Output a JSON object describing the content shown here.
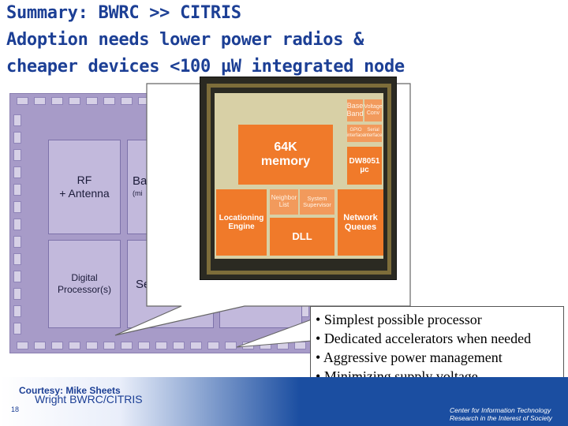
{
  "title": {
    "line1": "Summary: BWRC >> CITRIS",
    "line2": "Adoption needs lower power radios &",
    "line3": "cheaper devices <100 µW integrated node"
  },
  "chip_blocks": {
    "rf": "RF\n+ Antenna",
    "baseband": "Ba",
    "baseband_sub": "(mi",
    "digital": "Digital\nProcessor(s)",
    "se": "Se"
  },
  "die": {
    "memory": "64K\nmemory",
    "base_band": "Base\nBand",
    "voltage_conv": "Voltage\nConv",
    "gpio": "GPIO\ninterface",
    "serial": "Serial\ninterface",
    "dw8051": "DW8051\nµc",
    "neighbor_list": "Neighbor\nList",
    "system_supervisor": "System\nSupervisor",
    "network_queues": "Network\nQueues",
    "locationing_engine": "Locationing\nEngine",
    "dll": "DLL"
  },
  "bullets": [
    "Simplest possible processor",
    "Dedicated accelerators when needed",
    "Aggressive power management",
    "Minimizing supply voltage"
  ],
  "footer": {
    "courtesy": "Courtesy: Mike Sheets",
    "author": "Wright BWRC/CITRIS",
    "slide_number": "18",
    "center_name": "Center for Information Technology\nResearch in the Interest of Society"
  },
  "colors": {
    "title": "#1c3f95",
    "chip": "#a79bc8",
    "die_block": "#f07a2a",
    "footer": "#1b4ea1"
  }
}
